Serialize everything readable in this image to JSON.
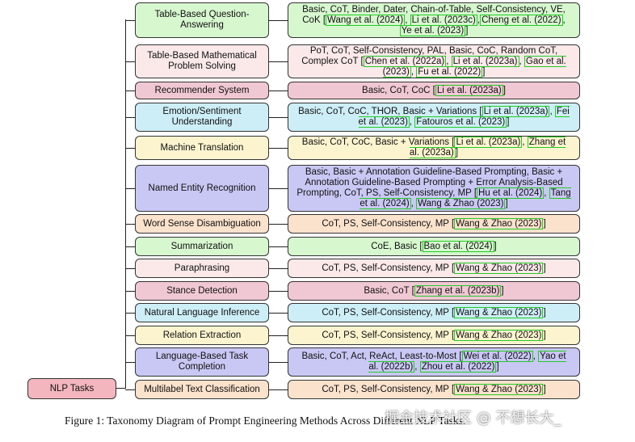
{
  "root": {
    "label": "NLP Tasks"
  },
  "colors": {
    "green": "#d7f7cf",
    "pink": "#fbe9e9",
    "rose": "#f0c8d4",
    "cyan": "#cdeef7",
    "yellow": "#fcf4cf",
    "lavender": "#c9c8f4",
    "peach": "#fbe2cc",
    "cite_border": "#22cc22"
  },
  "tasks": [
    {
      "category": "Table-Based Question-Answering",
      "color": "green",
      "methods": [
        {
          "t": "Basic, CoT, Binder, Dater, Chain-of-Table, Self-Consistency, VE, CoK "
        },
        {
          "c": "Wang et al. (2024)"
        },
        {
          "t": ", "
        },
        {
          "c": "Li et al. (2023c)"
        },
        {
          "t": ","
        },
        {
          "c": "Cheng et al. (2022)"
        },
        {
          "t": ", "
        },
        {
          "c": "Ye et al. (2023)"
        }
      ]
    },
    {
      "category": "Table-Based Mathematical Problem Solving",
      "color": "pink",
      "methods": [
        {
          "t": "PoT, CoT, Self-Consistency, PAL, Basic, CoC, Random CoT, Complex CoT "
        },
        {
          "c": "Chen et al. (2022a)"
        },
        {
          "t": ", "
        },
        {
          "c": "Li et al. (2023a)"
        },
        {
          "t": ", "
        },
        {
          "c": "Gao et al. (2023)"
        },
        {
          "t": ", "
        },
        {
          "c": "Fu et al. (2022)"
        }
      ]
    },
    {
      "category": "Recommender System",
      "color": "rose",
      "methods": [
        {
          "t": "Basic, CoT, CoC "
        },
        {
          "c": "Li et al. (2023a)"
        }
      ]
    },
    {
      "category": "Emotion/Sentiment Understanding",
      "color": "cyan",
      "methods": [
        {
          "t": "Basic, CoT, CoC, THOR, Basic + Variations "
        },
        {
          "c": "Li et al. (2023a)"
        },
        {
          "t": ", "
        },
        {
          "c": "Fei et al. (2023)"
        },
        {
          "t": ", "
        },
        {
          "c": "Fatouros et al. (2023)"
        }
      ]
    },
    {
      "category": "Machine Translation",
      "color": "yellow",
      "methods": [
        {
          "t": "Basic, CoT, CoC, Basic + Variations "
        },
        {
          "c": "Li et al. (2023a)"
        },
        {
          "t": ", "
        },
        {
          "c": "Zhang et al. (2023a)"
        }
      ]
    },
    {
      "category": "Named Entity Recognition",
      "color": "lavender",
      "methods": [
        {
          "t": "Basic, Basic + Annotation Guideline-Based Prompting, Basic + Annotation Guideline-Based Prompting + Error Analysis-Based Prompting, CoT, PS, Self-Consistency, MP "
        },
        {
          "c": "Hu et al. (2024)"
        },
        {
          "t": ", "
        },
        {
          "c": "Tang et al. (2024)"
        },
        {
          "t": ", "
        },
        {
          "c": "Wang & Zhao (2023)"
        }
      ]
    },
    {
      "category": "Word Sense Disambiguation",
      "color": "peach",
      "methods": [
        {
          "t": "CoT, PS, Self-Consistency, MP "
        },
        {
          "c": "Wang & Zhao (2023)"
        }
      ]
    },
    {
      "category": "Summarization",
      "color": "green",
      "methods": [
        {
          "t": "CoE, Basic "
        },
        {
          "c": "Bao et al. (2024)"
        }
      ]
    },
    {
      "category": "Paraphrasing",
      "color": "pink",
      "methods": [
        {
          "t": "CoT, PS, Self-Consistency, MP "
        },
        {
          "c": "Wang & Zhao (2023)"
        }
      ]
    },
    {
      "category": "Stance Detection",
      "color": "rose",
      "methods": [
        {
          "t": "Basic, CoT "
        },
        {
          "c": "Zhang et al. (2023b)"
        }
      ]
    },
    {
      "category": "Natural Language Inference",
      "color": "cyan",
      "methods": [
        {
          "t": "CoT, PS, Self-Consistency, MP "
        },
        {
          "c": "Wang & Zhao (2023)"
        }
      ]
    },
    {
      "category": "Relation Extraction",
      "color": "yellow",
      "methods": [
        {
          "t": "CoT, PS, Self-Consistency, MP "
        },
        {
          "c": "Wang & Zhao (2023)"
        }
      ]
    },
    {
      "category": "Language-Based Task Completion",
      "color": "lavender",
      "methods": [
        {
          "t": "Basic, CoT, Act, ReAct, Least-to-Most "
        },
        {
          "c": "Wei et al. (2022)"
        },
        {
          "t": ", "
        },
        {
          "c": "Yao et al. (2022b)"
        },
        {
          "t": ", "
        },
        {
          "c": "Zhou et al. (2022)"
        }
      ]
    },
    {
      "category": "Multilabel Text Classification",
      "color": "peach",
      "methods": [
        {
          "t": "CoT, PS, Self-Consistency, MP "
        },
        {
          "c": "Wang & Zhao (2023)"
        }
      ]
    }
  ],
  "caption": "Figure 1: Taxonomy Diagram of Prompt Engineering Methods Across Different NLP Tasks.",
  "watermark": "掘金技术社区 @ 不想长大_"
}
